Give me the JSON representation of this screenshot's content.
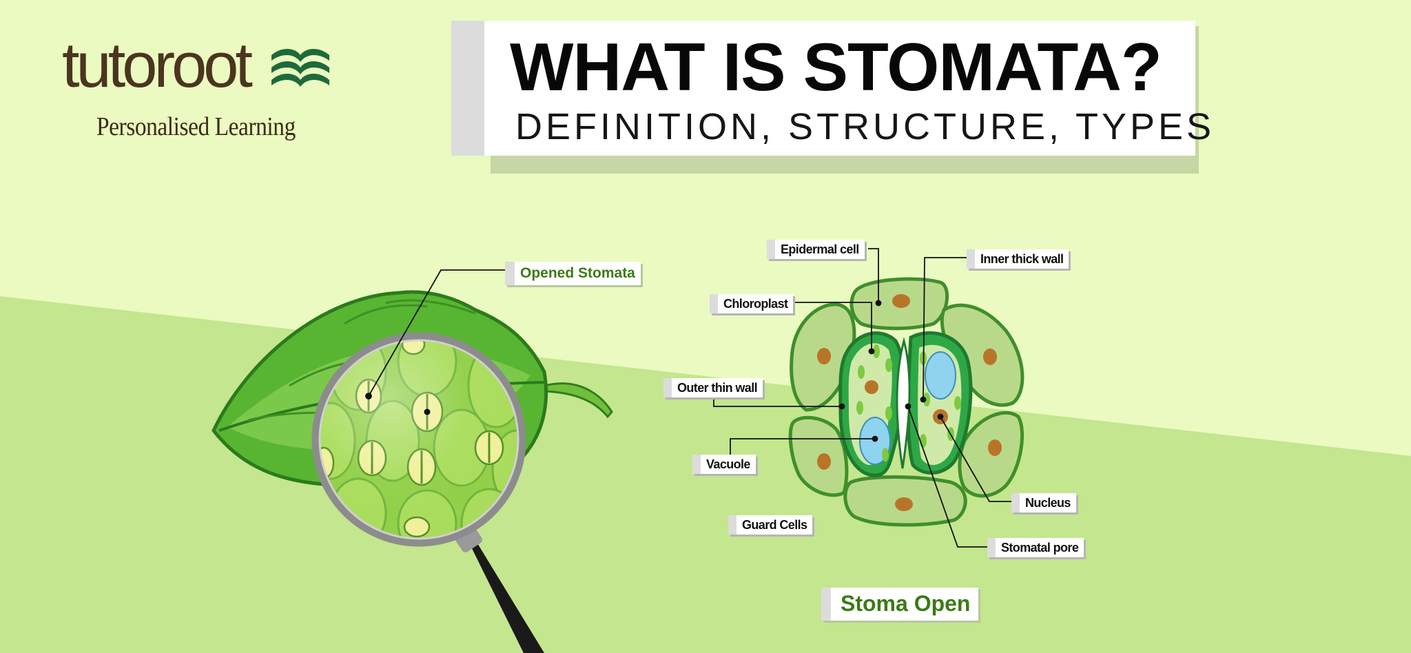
{
  "brand": {
    "name": "tutoroot",
    "tagline": "Personalised Learning"
  },
  "title": {
    "main": "WHAT IS STOMATA?",
    "subtitle": "DEFINITION, STRUCTURE, TYPES"
  },
  "magnifier_label": "Opened Stomata",
  "diagram": {
    "caption": "Stoma Open",
    "labels": {
      "epidermal_cell": "Epidermal cell",
      "inner_thick_wall": "Inner thick wall",
      "chloroplast": "Chloroplast",
      "outer_thin_wall": "Outer thin wall",
      "vacuole": "Vacuole",
      "guard_cells": "Guard Cells",
      "nucleus": "Nucleus",
      "stomatal_pore": "Stomatal pore"
    }
  },
  "colors": {
    "bg_light": "#eafac0",
    "bg_dark": "#c3e68e",
    "brand_brown": "#4a3520",
    "brand_green": "#1e6a3a",
    "caption_green": "#3c7a16"
  }
}
